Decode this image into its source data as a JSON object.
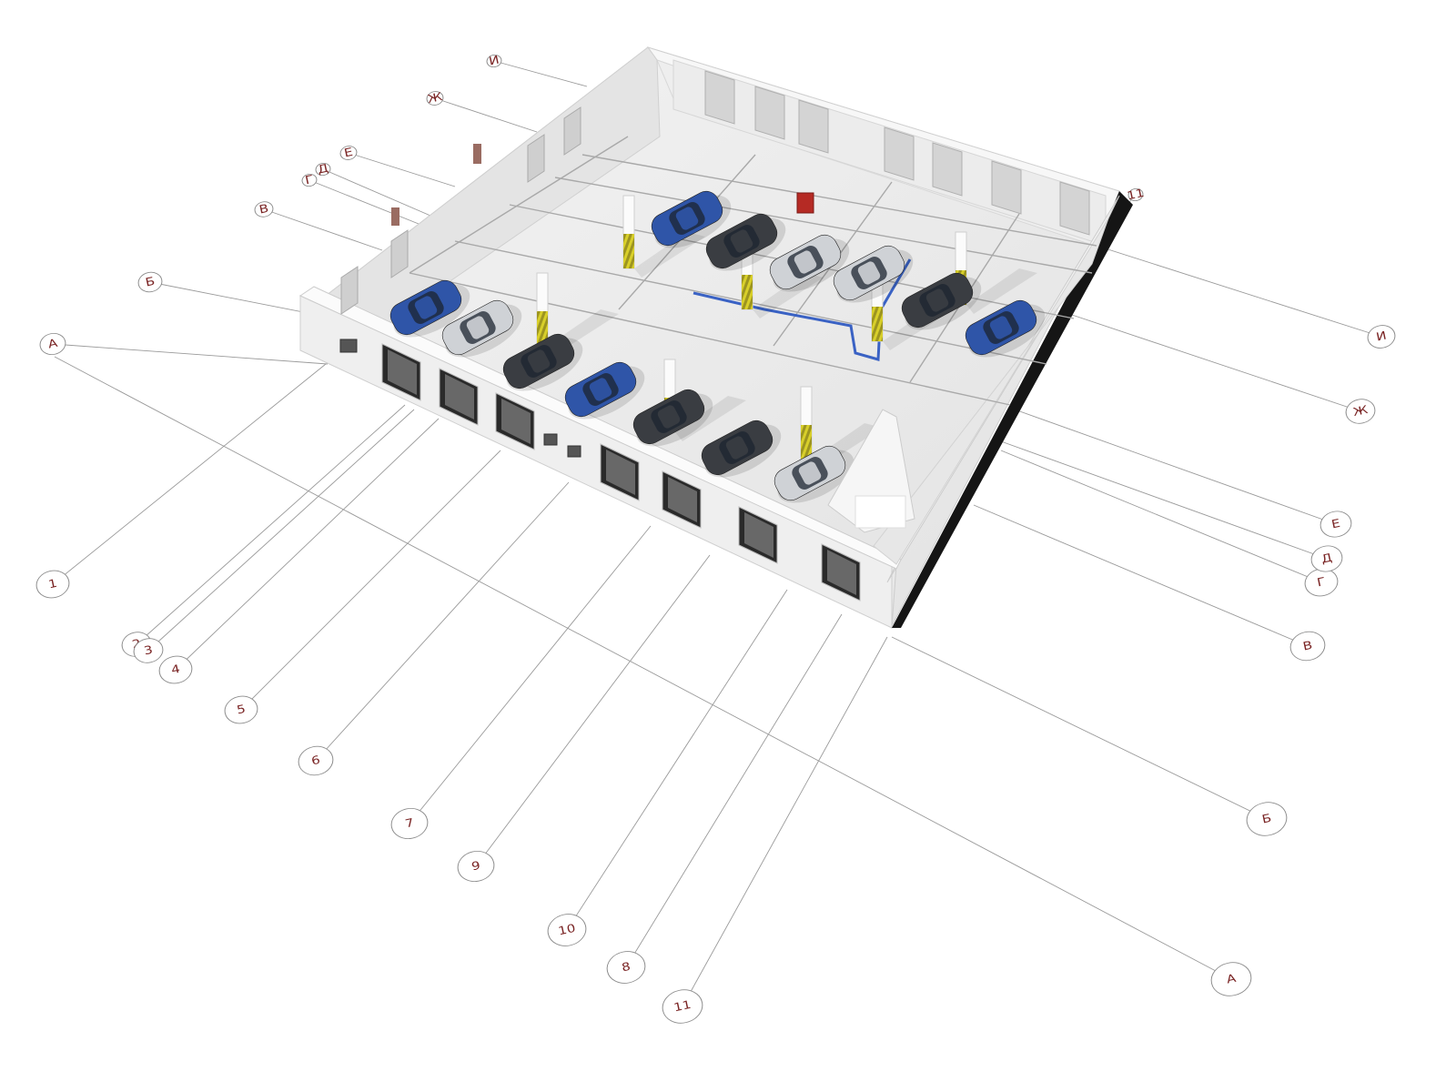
{
  "diagram": {
    "grid_bubbles_left": [
      {
        "key": "a_left",
        "label": "А"
      },
      {
        "key": "b_left",
        "label": "Б"
      },
      {
        "key": "v_left",
        "label": "В"
      },
      {
        "key": "g_left",
        "label": "Г"
      },
      {
        "key": "d_left",
        "label": "Д"
      },
      {
        "key": "e_left",
        "label": "Е"
      },
      {
        "key": "zh_left",
        "label": "Ж"
      },
      {
        "key": "i_left",
        "label": "И"
      }
    ],
    "grid_bubbles_right": [
      {
        "key": "a_right",
        "label": "А"
      },
      {
        "key": "b_right",
        "label": "Б"
      },
      {
        "key": "v_right",
        "label": "В"
      },
      {
        "key": "g_right",
        "label": "Г"
      },
      {
        "key": "d_right",
        "label": "Д"
      },
      {
        "key": "e_right",
        "label": "Е"
      },
      {
        "key": "zh_right",
        "label": "Ж"
      },
      {
        "key": "i_right",
        "label": "И"
      }
    ],
    "number_bubbles": [
      {
        "key": "n1",
        "label": "1"
      },
      {
        "key": "n2",
        "label": "2"
      },
      {
        "key": "n3",
        "label": "3"
      },
      {
        "key": "n4",
        "label": "4"
      },
      {
        "key": "n5",
        "label": "5"
      },
      {
        "key": "n6",
        "label": "6"
      },
      {
        "key": "n7",
        "label": "7"
      },
      {
        "key": "n9",
        "label": "9"
      },
      {
        "key": "n10",
        "label": "10"
      },
      {
        "key": "n8",
        "label": "8"
      },
      {
        "key": "n11_bottom",
        "label": "11"
      },
      {
        "key": "n11_top",
        "label": "11"
      }
    ],
    "colors": {
      "bubble_text": "#7a2424",
      "wall": "#f2f2f2",
      "floor": "#e9e9e9",
      "car_blue": "#2f55a8",
      "car_dark": "#3a3d42",
      "car_silver": "#cfd2d6",
      "column_stripe": "#d8cf2a",
      "pipe_blue": "#3a62c4"
    }
  }
}
